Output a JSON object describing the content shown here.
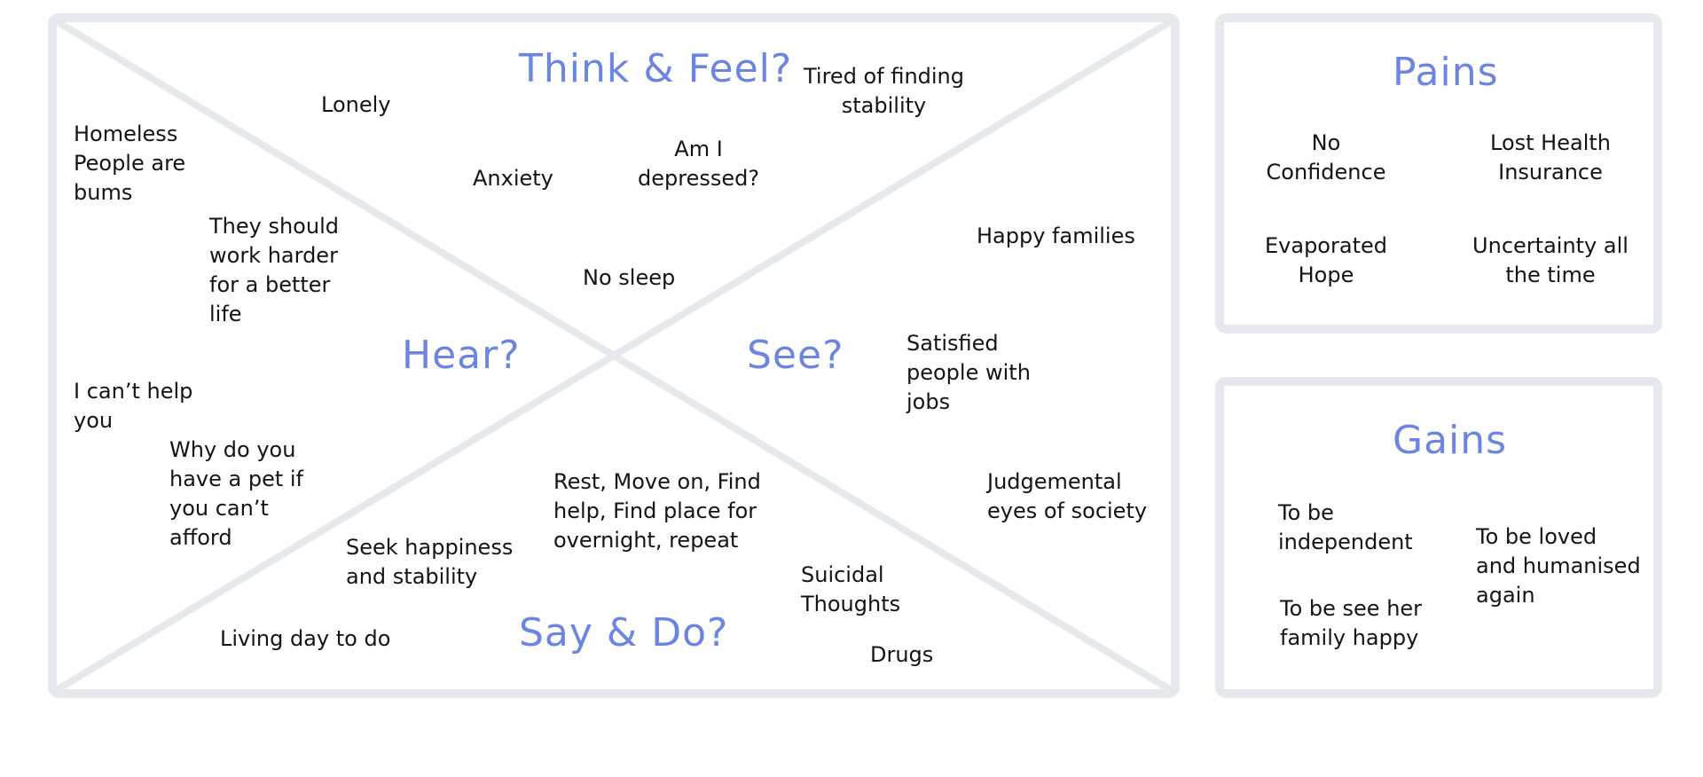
{
  "empathy_map": {
    "headings": {
      "think_feel": "Think & Feel?",
      "hear": "Hear?",
      "see": "See?",
      "say_do": "Say & Do?"
    },
    "notes": {
      "lonely": "Lonely",
      "tired": "Tired of finding\nstability",
      "homeless": "Homeless\nPeople are\nbums",
      "anxiety": "Anxiety",
      "depressed": "Am I\ndepressed?",
      "work_harder": "They should\nwork harder\nfor a better\nlife",
      "no_sleep": "No sleep",
      "happy_families": "Happy families",
      "satisfied": "Satisfied\npeople with\njobs",
      "cant_help": "I can’t help\nyou",
      "pet": "Why do you\nhave a pet if\nyou can’t\nafford",
      "rest": "Rest, Move on, Find\nhelp, Find place for\novernight,  repeat",
      "judgemental": "Judgemental\neyes of society",
      "seek": "Seek happiness\nand stability",
      "suicidal": "Suicidal\nThoughts",
      "living": "Living day to do",
      "drugs": "Drugs"
    }
  },
  "pains": {
    "title": "Pains",
    "items": [
      "No Confidence",
      "Lost Health\nInsurance",
      "Evaporated\nHope",
      "Uncertainty all\nthe time"
    ]
  },
  "gains": {
    "title": "Gains",
    "items": [
      "To be\nindependent",
      "To be loved\nand humanised\nagain",
      "To be see her\nfamily happy"
    ]
  },
  "colors": {
    "heading": "#6b85e1",
    "frame": "#e5e9ed",
    "text": "#141414"
  }
}
